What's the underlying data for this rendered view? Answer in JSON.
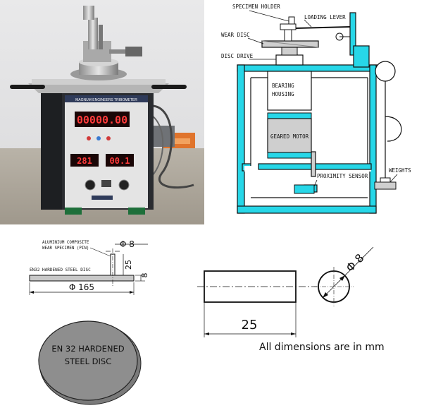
{
  "photo": {
    "panel_title": "MAGNUM ENGINEERS TRIBOMETER",
    "main_display": "00000.00",
    "display_left": "281",
    "display_right": "00.1"
  },
  "schematic": {
    "labels": {
      "specimen_holder": "SPECIMEN HOLDER",
      "loading_lever": "LOADING LEVER",
      "wear_disc": "WEAR DISC",
      "disc_drive": "DISC DRIVE",
      "bearing_housing_1": "BEARING",
      "bearing_housing_2": "HOUSING",
      "geared_motor": "GEARED MOTOR",
      "proximity_sensor": "PROXIMITY SENSOR",
      "weights": "WEIGHTS"
    },
    "colors": {
      "frame": "#27d7e8",
      "block": "#cfcfcf"
    }
  },
  "disc_drawing": {
    "specimen_label_1": "ALUMINIUM COMPOSITE",
    "specimen_label_2": "WEAR SPECIMEN (PIN)",
    "pin_dia": "Φ 8",
    "pin_height": "25",
    "disc_label": "EN32 HARDENED STEEL DISC",
    "disc_thickness": "8",
    "disc_dia": "Φ 165",
    "disc_text_1": "EN 32 HARDENED",
    "disc_text_2": "STEEL DISC"
  },
  "pin_drawing": {
    "dia": "Φ 8",
    "length": "25",
    "note": "All dimensions are in mm"
  }
}
